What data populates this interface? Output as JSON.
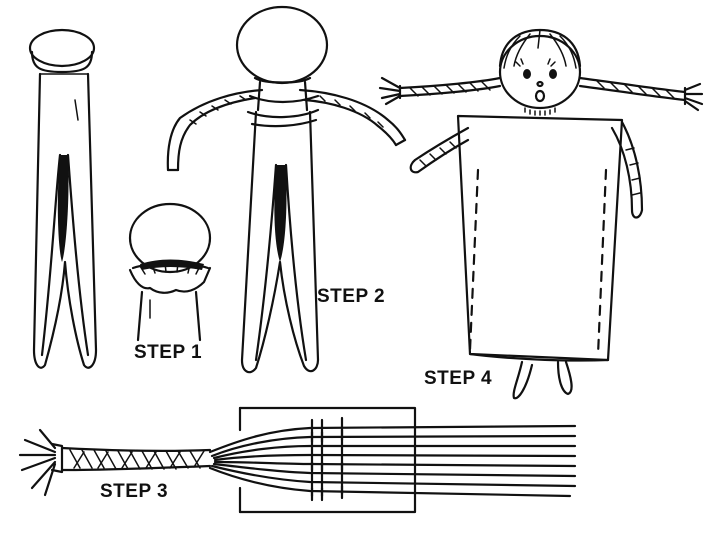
{
  "steps": {
    "step1": "STEP 1",
    "step2": "STEP 2",
    "step3": "STEP 3",
    "step4": "STEP 4"
  },
  "colors": {
    "ink": "#111111",
    "paper": "#ffffff"
  }
}
